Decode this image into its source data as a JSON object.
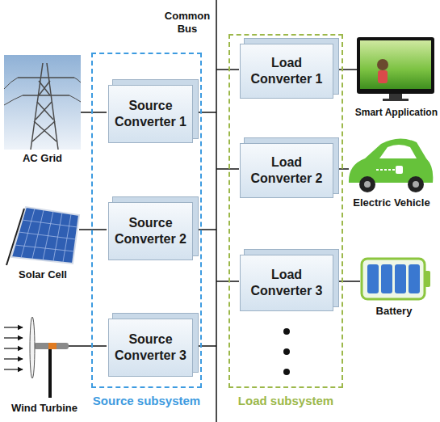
{
  "diagram": {
    "nodes": [
      {
        "text": [
          "Source subsystem"
        ]
      },
      {
        "text": [
          "Source Converter 1"
        ],
        "in": 0
      },
      {
        "text": [
          "Source Converter 2"
        ],
        "in": 0
      },
      {
        "text": [
          "Source Converter 3"
        ],
        "in": 0
      },
      {
        "text": [
          "Load subsystem"
        ]
      },
      {
        "text": [
          "Load Converter 1"
        ],
        "in": 4
      },
      {
        "text": [
          "Load Converter 2"
        ],
        "in": 4
      },
      {
        "text": [
          "Load Converter 3"
        ],
        "in": 4
      }
    ],
    "labels": [
      "Common Bus",
      "AC Grid",
      "Solar Cell",
      "Wind Turbine",
      "Smart Application",
      "Electric Vehicle",
      "Battery"
    ]
  }
}
